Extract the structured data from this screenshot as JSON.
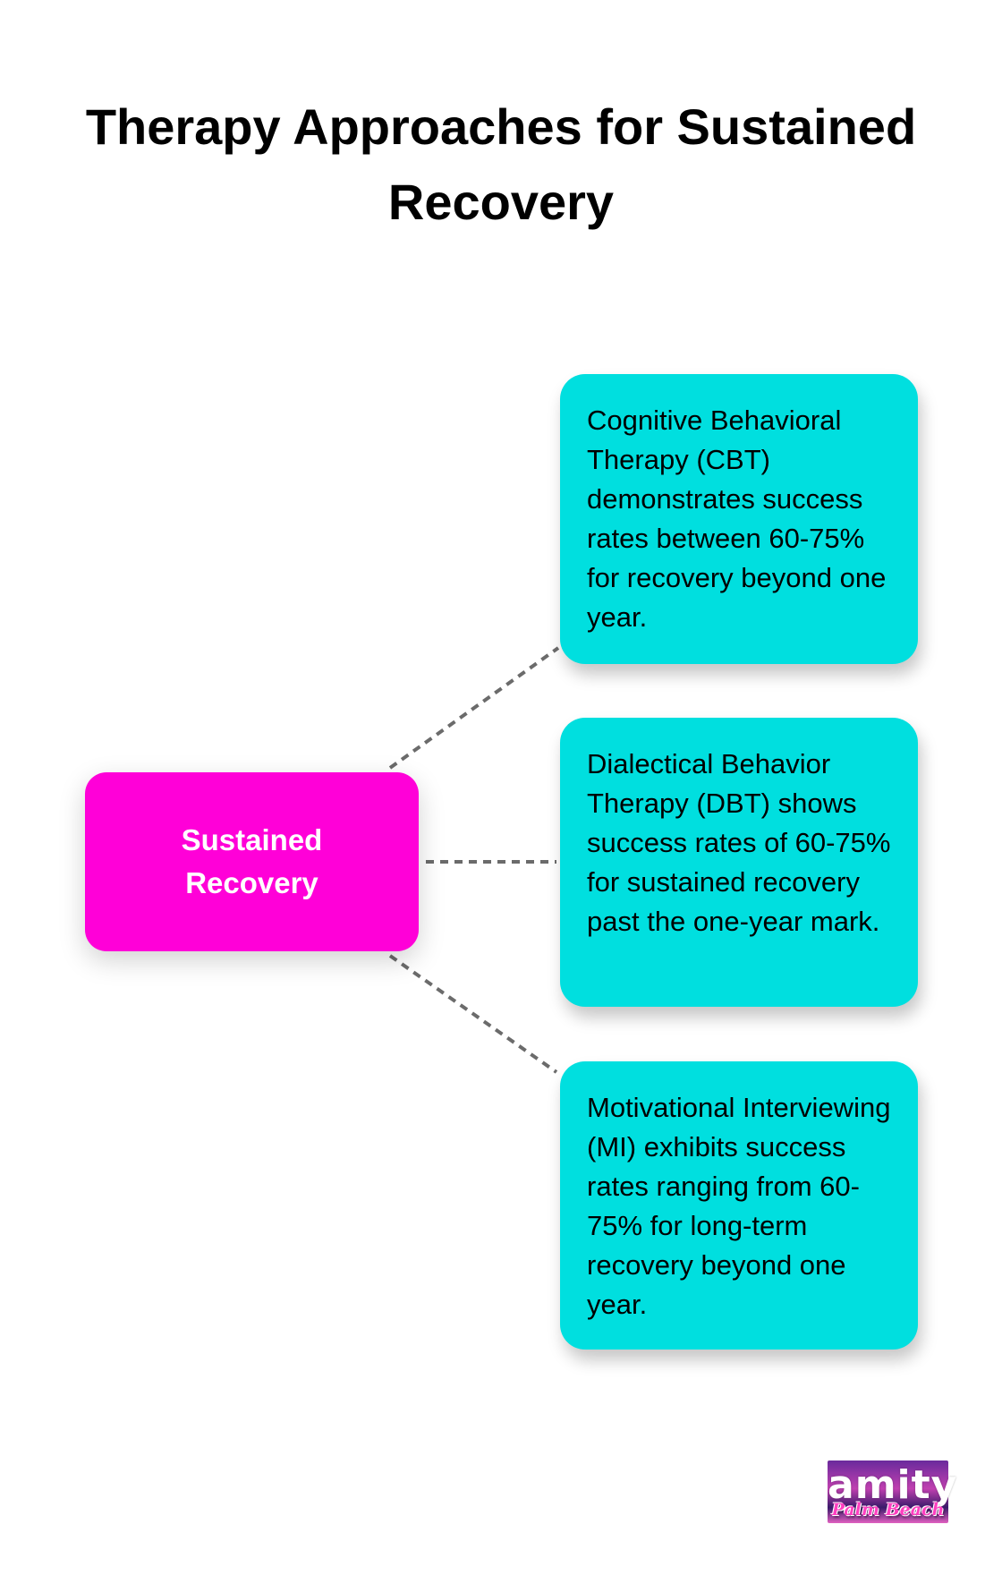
{
  "title": "Therapy Approaches for Sustained Recovery",
  "center_node": {
    "label": "Sustained Recovery",
    "color": "#ff00d8"
  },
  "cards": [
    {
      "text": "Cognitive Behavioral Therapy (CBT) demonstrates success rates between 60-75% for recovery beyond one year."
    },
    {
      "text": "Dialectical Behavior Therapy (DBT) shows success rates of 60-75% for sustained recovery past the one-year mark."
    },
    {
      "text": "Motivational Interviewing (MI) exhibits success rates ranging from 60-75% for long-term recovery beyond one year."
    }
  ],
  "card_color": "#00dfdf",
  "connector_color": "#6b6b6b",
  "logo": {
    "wordmark": "amity",
    "script": "Palm Beach"
  }
}
